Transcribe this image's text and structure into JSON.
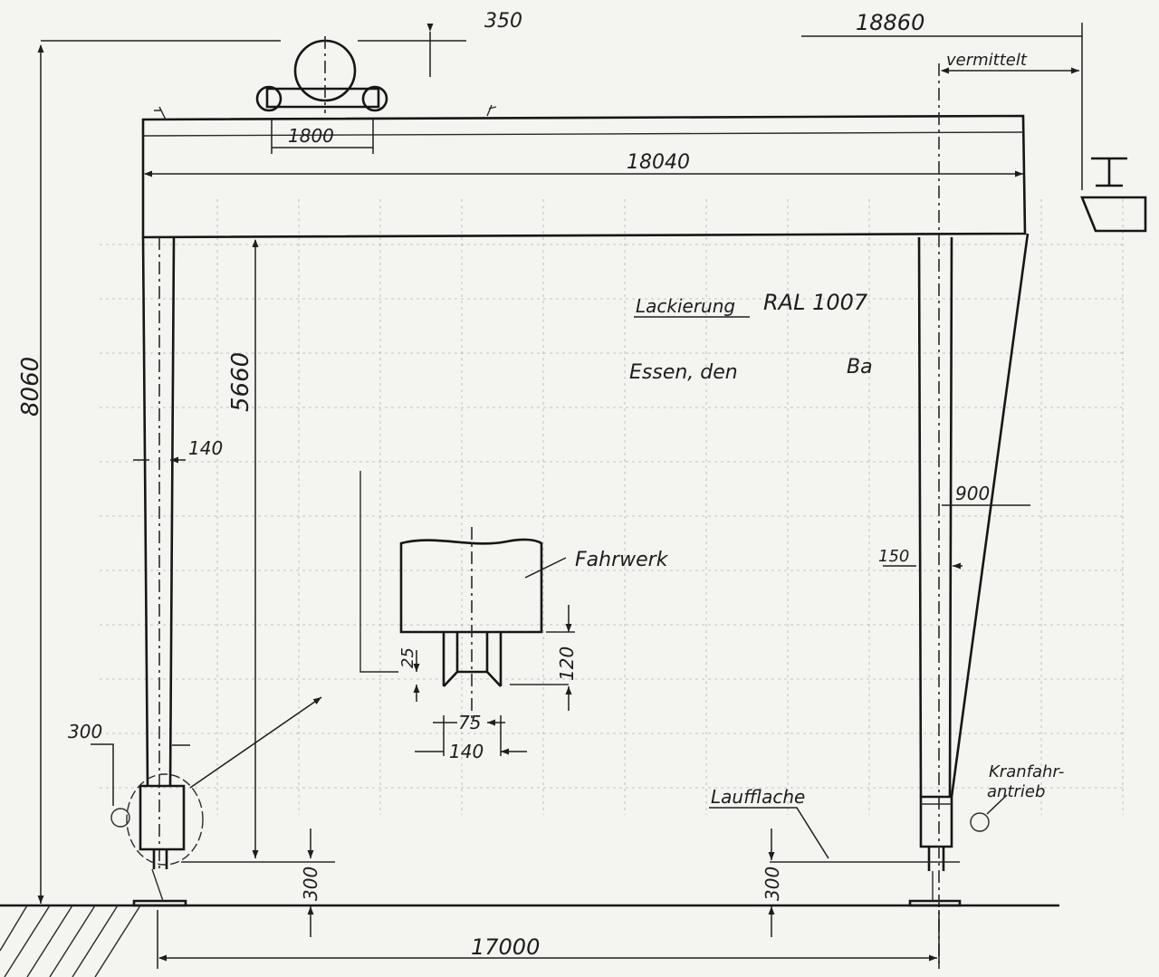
{
  "drawing": {
    "dimensions": {
      "wheel_gap": "350",
      "overall_width": "18860",
      "vermittelt": "vermittelt",
      "trolley_wheelbase": "1800",
      "span_inner": "18040",
      "total_height": "8060",
      "clear_height": "5660",
      "left_leg_width": "140",
      "right_taper": "900",
      "right_leg_width": "150",
      "wheel_height": "25",
      "rail_height": "120",
      "flange_gap": "75",
      "wheel_width": "140",
      "left_offset": "300",
      "foot_left": "300",
      "foot_right": "300",
      "rail_span": "17000"
    },
    "notes": {
      "lackierung": "Lackierung",
      "ral": "RAL 1007",
      "essen": "Essen, den",
      "signature": "Ba",
      "fahrwerk": "Fahrwerk",
      "laufflaeche": "Laufflache",
      "kranfahrantrieb_1": "Kranfahr-",
      "kranfahrantrieb_2": "antrieb"
    }
  }
}
